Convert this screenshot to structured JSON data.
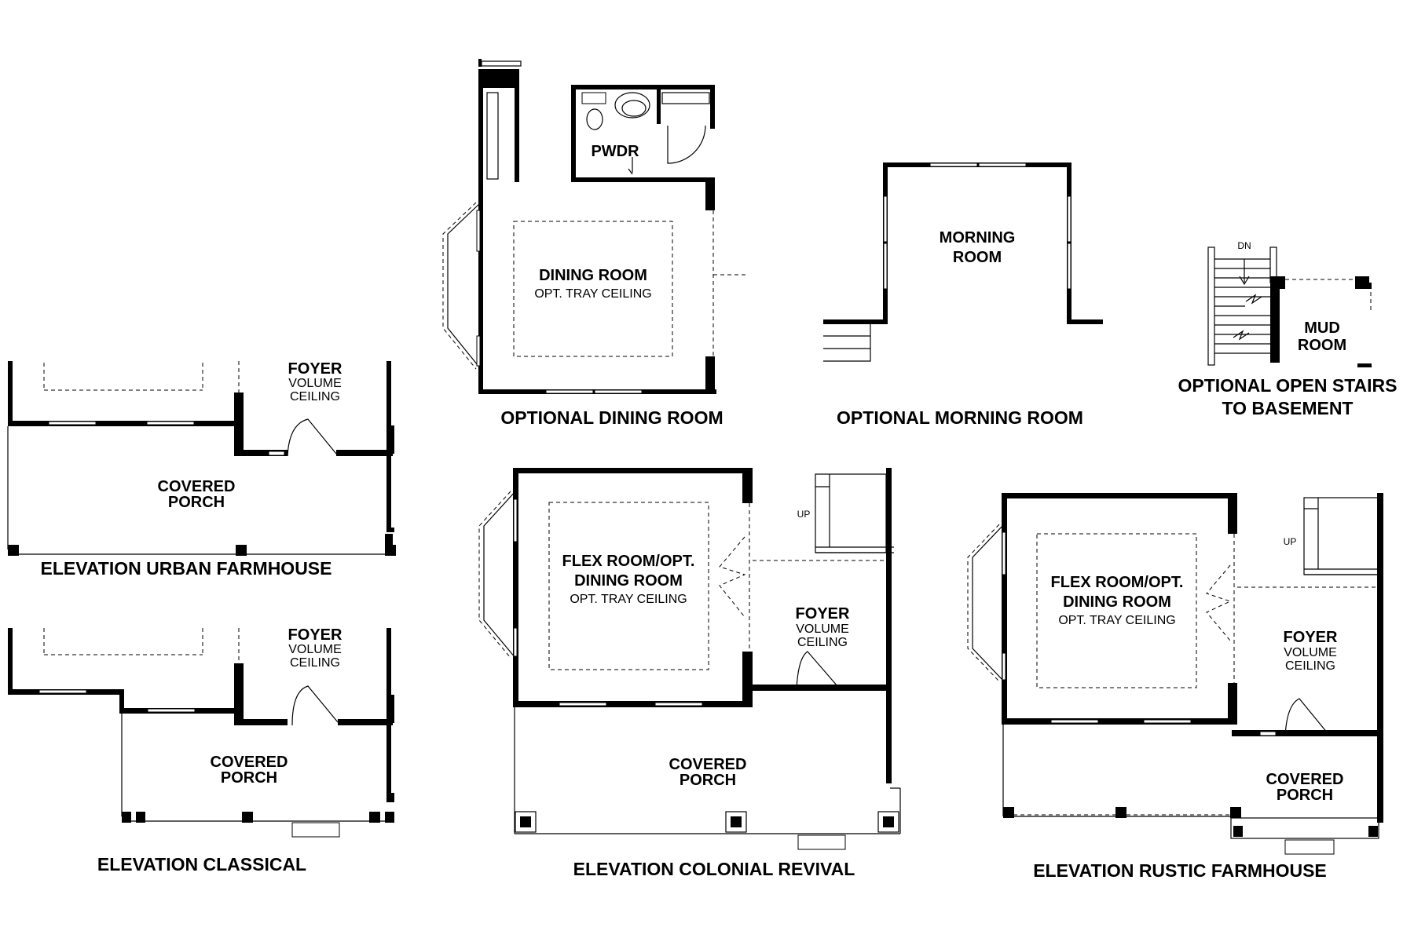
{
  "plans": {
    "optional_dining": {
      "caption": "OPTIONAL DINING ROOM",
      "pwdr": "PWDR",
      "room": "DINING ROOM",
      "sub": "OPT. TRAY CEILING"
    },
    "optional_morning": {
      "caption": "OPTIONAL MORNING ROOM",
      "room_line1": "MORNING",
      "room_line2": "ROOM"
    },
    "optional_stairs": {
      "caption_line1": "OPTIONAL OPEN STAIRS",
      "caption_line2": "TO BASEMENT",
      "dn": "DN",
      "room_line1": "MUD",
      "room_line2": "ROOM"
    },
    "urban_farmhouse": {
      "caption": "ELEVATION URBAN FARMHOUSE",
      "foyer": "FOYER",
      "foyer_sub1": "VOLUME",
      "foyer_sub2": "CEILING",
      "porch1": "COVERED",
      "porch2": "PORCH"
    },
    "classical": {
      "caption": "ELEVATION CLASSICAL",
      "foyer": "FOYER",
      "foyer_sub1": "VOLUME",
      "foyer_sub2": "CEILING",
      "porch1": "COVERED",
      "porch2": "PORCH"
    },
    "colonial_revival": {
      "caption": "ELEVATION COLONIAL REVIVAL",
      "flex1": "FLEX ROOM/OPT.",
      "flex2": "DINING ROOM",
      "flex_sub": "OPT. TRAY CEILING",
      "up": "UP",
      "foyer": "FOYER",
      "foyer_sub1": "VOLUME",
      "foyer_sub2": "CEILING",
      "porch1": "COVERED",
      "porch2": "PORCH"
    },
    "rustic_farmhouse": {
      "caption": "ELEVATION RUSTIC FARMHOUSE",
      "flex1": "FLEX ROOM/OPT.",
      "flex2": "DINING ROOM",
      "flex_sub": "OPT. TRAY CEILING",
      "up": "UP",
      "foyer": "FOYER",
      "foyer_sub1": "VOLUME",
      "foyer_sub2": "CEILING",
      "porch1": "COVERED",
      "porch2": "PORCH"
    }
  }
}
